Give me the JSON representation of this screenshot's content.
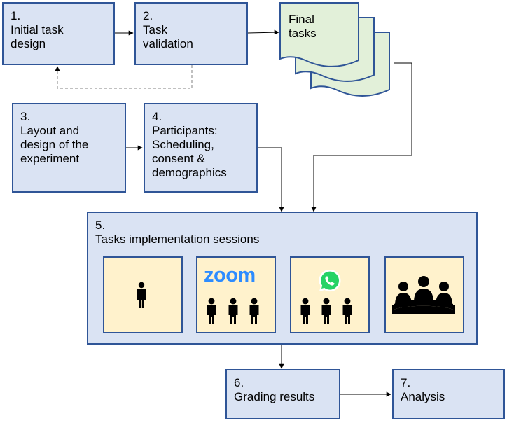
{
  "steps": {
    "s1": {
      "num": "1.",
      "label": "Initial task\ndesign"
    },
    "s2": {
      "num": "2.",
      "label": "Task\nvalidation"
    },
    "s3": {
      "num": "3.",
      "label": "Layout and\ndesign of the\nexperiment"
    },
    "s4": {
      "num": "4.",
      "label": "Participants:\nScheduling,\nconsent &\ndemographics"
    },
    "s5": {
      "num": "5.",
      "label": "Tasks implementation sessions"
    },
    "s6": {
      "num": "6.",
      "label": "Grading results"
    },
    "s7": {
      "num": "7.",
      "label": "Analysis"
    }
  },
  "final_tasks": {
    "label": "Final\ntasks"
  },
  "sessions": [
    {
      "icon": "single-person-icon"
    },
    {
      "logo_text": "zoom",
      "icon": "three-persons-icon"
    },
    {
      "icon": "whatsapp-icon",
      "icon2": "three-persons-icon"
    },
    {
      "icon": "meeting-table-group-icon"
    }
  ],
  "colors": {
    "box_fill": "#dae3f3",
    "box_border": "#2f5597",
    "doc_fill": "#e2f0d9",
    "doc_border": "#2f5597",
    "session_fill": "#fff2cc",
    "zoom_blue": "#2d8cff",
    "whatsapp_green": "#25d366"
  }
}
